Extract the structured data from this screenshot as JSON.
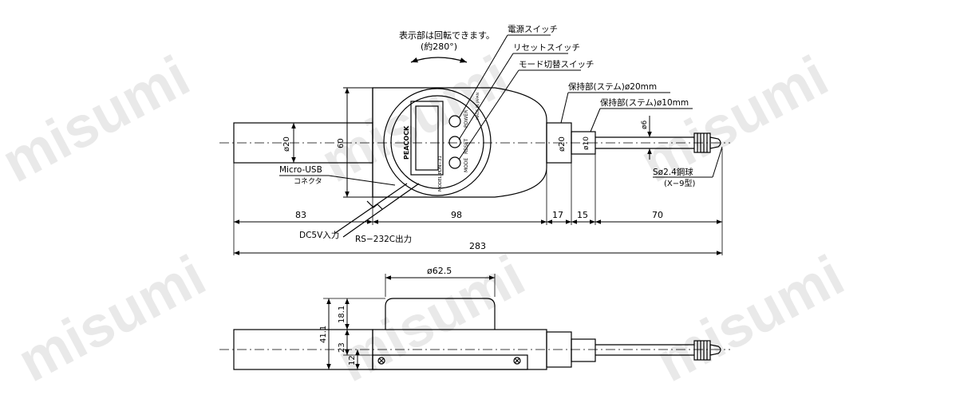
{
  "watermark": "misumi",
  "top_view": {
    "rotation_note_1": "表示部は回転できます。",
    "rotation_note_2": "(約280°)",
    "switch_power": "電源スイッチ",
    "switch_reset": "リセットスイッチ",
    "switch_mode": "モード切替スイッチ",
    "stem20_label": "保持部(ステム)ø20mm",
    "stem10_label": "保持部(ステム)ø10mm",
    "usb_label": "Micro-USB",
    "usb_sub": "コネクタ",
    "ball_label": "Sø2.4鋼球",
    "ball_sub": "(X−9型)",
    "dc_label": "DC5V入力",
    "rs_label": "RS−232C出力",
    "dim_d20_left": "ø20",
    "dim_60": "60",
    "dim_d20_right": "ø20",
    "dim_d10": "ø10",
    "dim_d6": "ø6",
    "dim_83": "83",
    "dim_98": "98",
    "dim_17": "17",
    "dim_15": "15",
    "dim_70": "70",
    "dim_283": "283",
    "brand": "PEACOCK",
    "model": "MODEL PDN−31",
    "btn_power": "POWER",
    "btn_reset": "RESET",
    "btn_mode": "MODE",
    "made_in": "MADE IN JAPAN"
  },
  "side_view": {
    "dim_d625": "ø62.5",
    "dim_411": "41.1",
    "dim_181": "18.1",
    "dim_23": "23",
    "dim_12": "12"
  }
}
